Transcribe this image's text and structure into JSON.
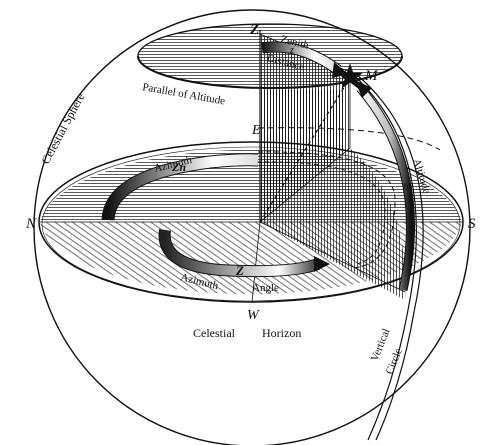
{
  "labels": {
    "zenith_point": "Z",
    "zenith": "Zenith",
    "z": "z",
    "distance": "Distance",
    "star_m": "M",
    "parallel_of_altitude": "Parallel of Altitude",
    "celestial_sphere": "Celestial Sphere",
    "east": "E",
    "azimuth_top": "Azimuth",
    "zn": "Zn",
    "altitude": "Altitude",
    "h": "h",
    "north": "N",
    "south": "S",
    "west": "W",
    "azimuth_bottom": "Azimuth",
    "angle": "Angle",
    "z_angle": "Z",
    "celestial_horizon": "Celestial",
    "horizon": "Horizon",
    "vertical": "Vertical",
    "circle": "Circle"
  },
  "colors": {
    "ink": "#111111",
    "paper": "#ffffff"
  }
}
